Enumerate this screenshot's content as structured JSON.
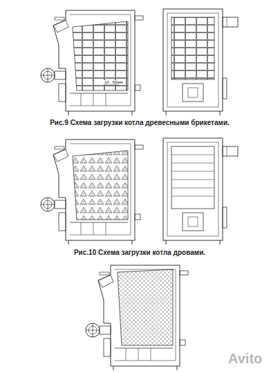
{
  "diagram": {
    "labels": [
      "10...60мм",
      "Рис.9 Схема загрузки котла древесными брикетами.",
      "Рис.10 Схема загрузки котла дровами.",
      "Avito"
    ]
  }
}
